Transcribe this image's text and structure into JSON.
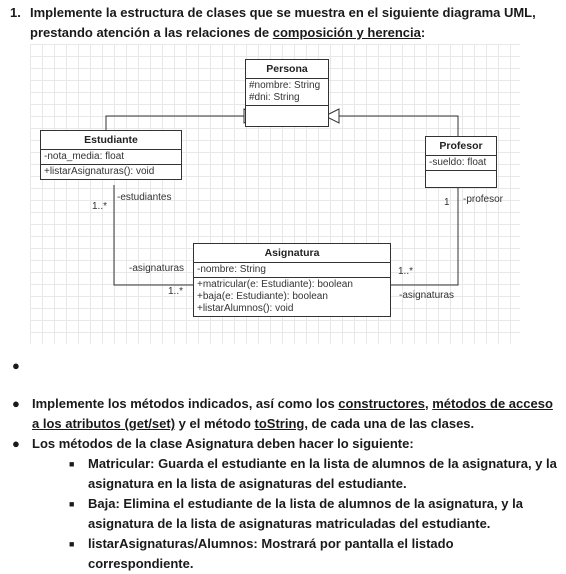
{
  "question": {
    "number": "1.",
    "line1": "Implemente la estructura de clases que se muestra en el siguiente diagrama UML,",
    "line2_prefix": "prestando atención a las relaciones de ",
    "line2_link": "composición y herencia",
    "line2_suffix": ":"
  },
  "diagram": {
    "persona": {
      "title": "Persona",
      "attrs": [
        "#nombre: String",
        "#dni: String"
      ],
      "methods": [
        ""
      ]
    },
    "estudiante": {
      "title": "Estudiante",
      "attrs": [
        "-nota_media: float"
      ],
      "methods": [
        "+listarAsignaturas(): void"
      ]
    },
    "profesor": {
      "title": "Profesor",
      "attrs": [
        "-sueldo: float"
      ],
      "methods": [
        ""
      ]
    },
    "asignatura": {
      "title": "Asignatura",
      "attrs": [
        "-nombre: String"
      ],
      "methods": [
        "+matricular(e: Estudiante): boolean",
        "+baja(e: Estudiante): boolean",
        "+listarAlumnos(): void"
      ]
    },
    "labels": {
      "mult_est_top": "1..*",
      "role_estudiantes": "-estudiantes",
      "mult_prof": "1",
      "role_profesor": "-profesor",
      "role_asig_left": "-asignaturas",
      "mult_asig_left": "1..*",
      "mult_asig_right": "1..*",
      "role_asig_right": "-asignaturas"
    }
  },
  "bullets": {
    "b1_a": "Implemente los métodos indicados, así como los ",
    "b1_u1": "constructores",
    "b1_b": ", ",
    "b1_u2": "métodos de acceso a los atributos (get/set)",
    "b1_c": " y el método ",
    "b1_u3": "toString",
    "b1_d": ", de cada una de las clases.",
    "b2": "Los métodos de la clase Asignatura deben hacer lo siguiente:",
    "subs": [
      "Matricular: Guarda el estudiante en la lista de alumnos de la asignatura, y la asignatura en la lista de asignaturas del estudiante.",
      "Baja: Elimina el estudiante de la lista de alumnos de la asignatura, y la asignatura de la lista de asignaturas matriculadas del estudiante.",
      "listarAsignaturas/Alumnos: Mostrará por pantalla el listado correspondiente."
    ]
  }
}
